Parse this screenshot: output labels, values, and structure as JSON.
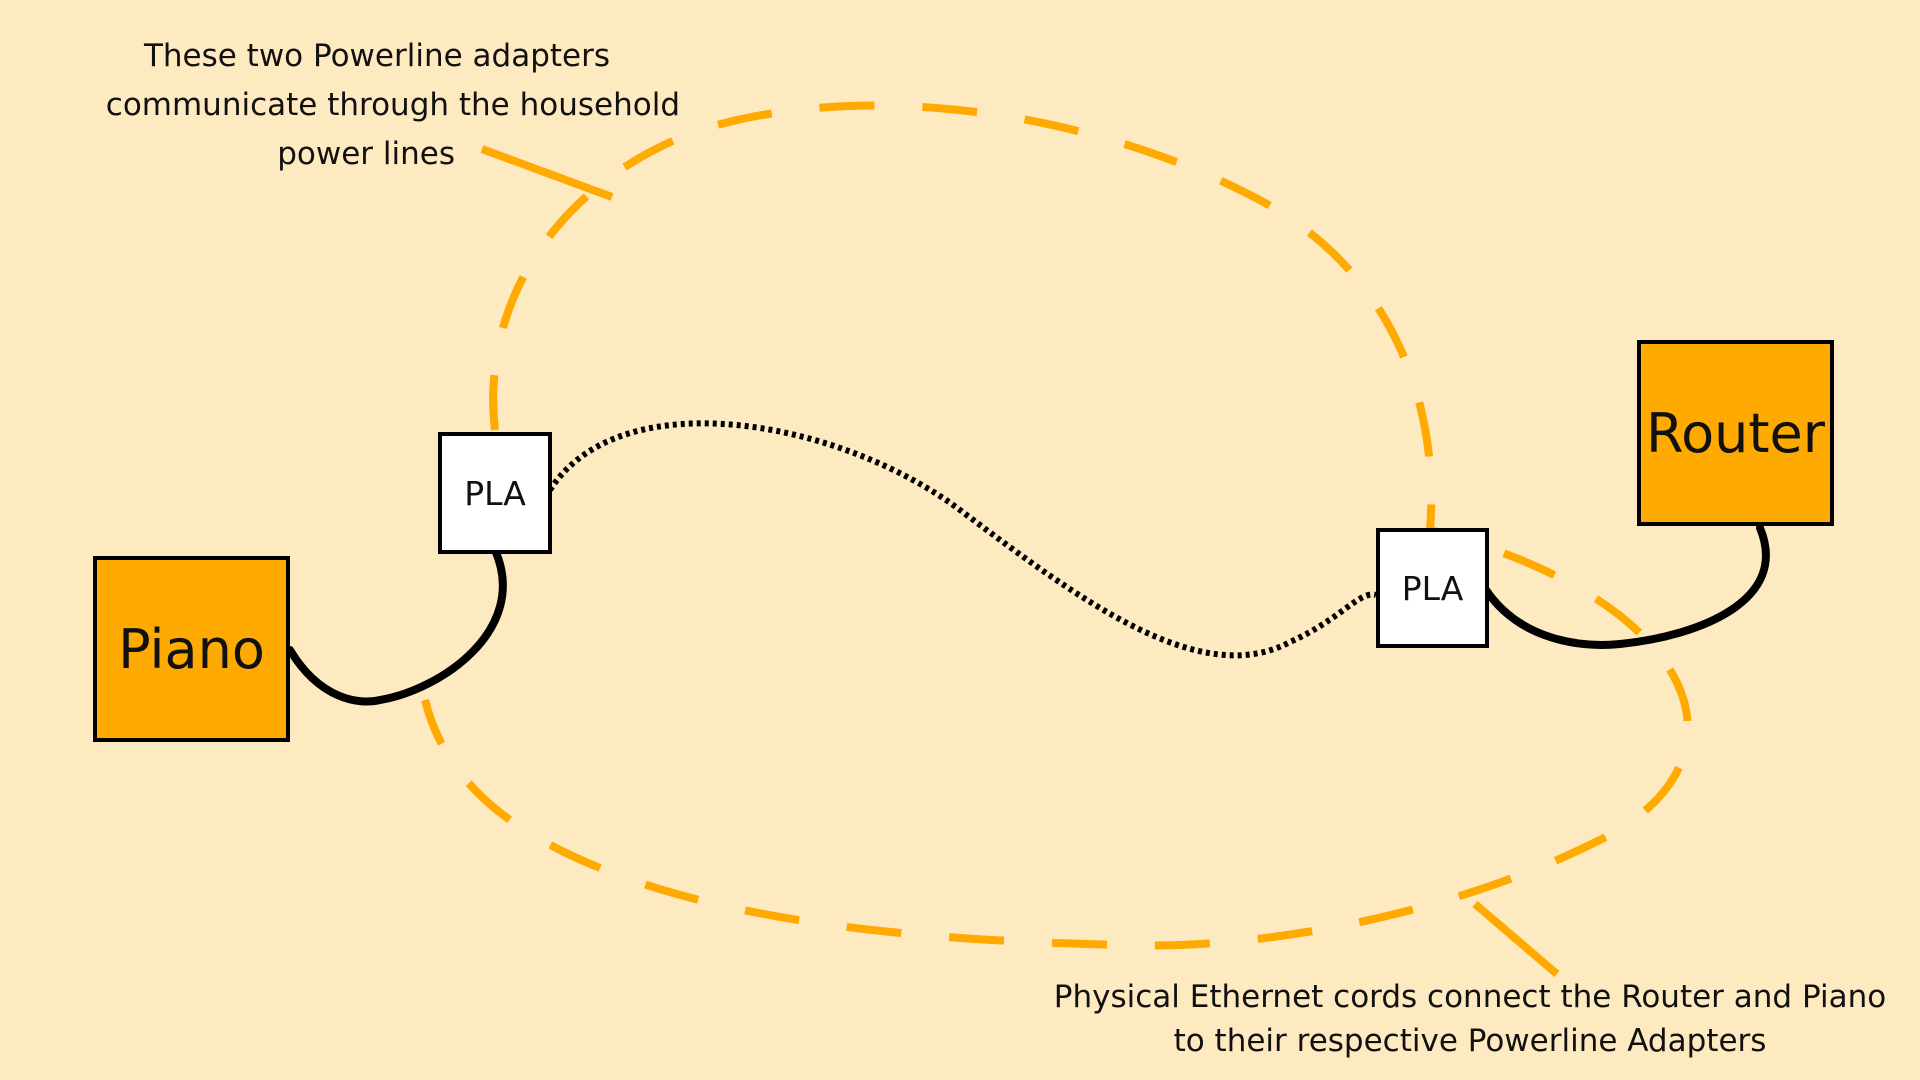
{
  "nodes": {
    "piano": {
      "label": "Piano"
    },
    "router": {
      "label": "Router"
    },
    "pla_left": {
      "label": "PLA"
    },
    "pla_right": {
      "label": "PLA"
    }
  },
  "annotations": {
    "powerline": {
      "lines": [
        "These two Powerline adapters",
        "communicate through the household",
        "power lines"
      ]
    },
    "ethernet": {
      "lines": [
        "Physical Ethernet cords connect the Router and Piano",
        "to their respective Powerline Adapters"
      ]
    }
  },
  "colors": {
    "background": "#FEEAC1",
    "device_fill": "#FFAA00",
    "adapter_fill": "#FFFFFF",
    "dashed_loop": "#FFAA00",
    "cable": "#000000"
  }
}
